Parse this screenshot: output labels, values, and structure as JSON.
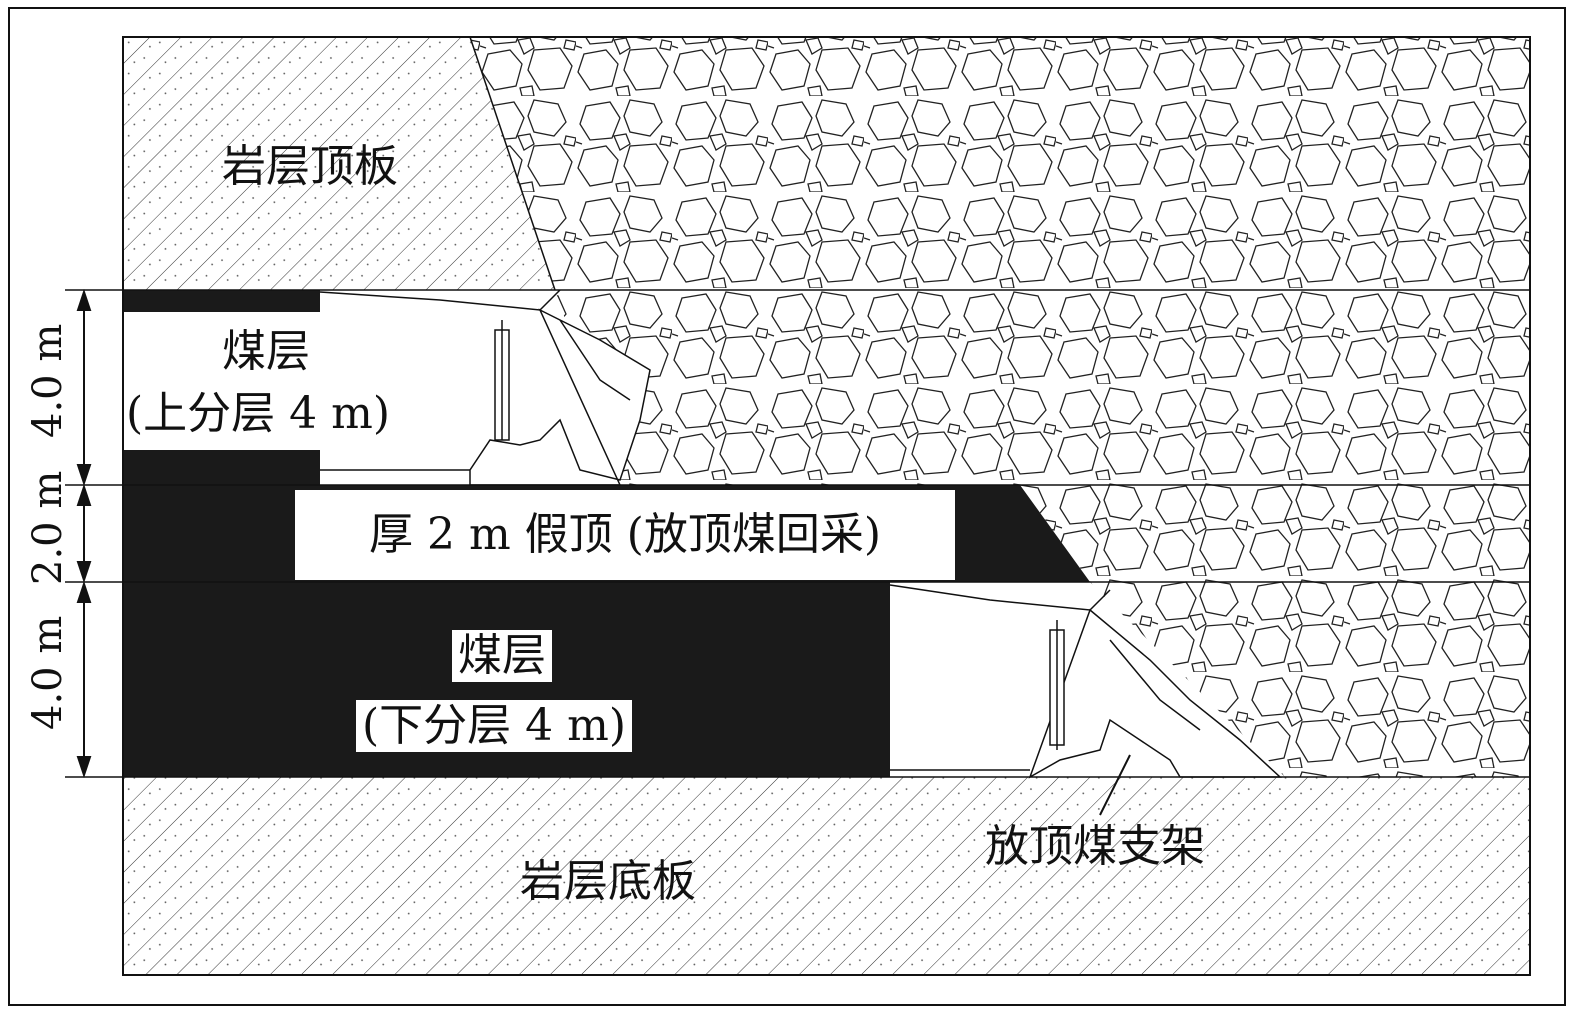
{
  "labels": {
    "roof": "岩层顶板",
    "upper_seam_title": "煤层",
    "upper_seam_sub": "(上分层 4 m)",
    "false_roof": "厚 2 m 假顶 (放顶煤回采)",
    "lower_seam_title": "煤层",
    "lower_seam_sub": "(下分层 4 m)",
    "floor": "岩层底板",
    "support": "放顶煤支架"
  },
  "dimensions": {
    "upper": "4.0 m",
    "middle": "2.0 m",
    "lower": "4.0 m"
  },
  "colors": {
    "line": "#111111",
    "coal": "#1a1a1a",
    "background": "#ffffff"
  }
}
